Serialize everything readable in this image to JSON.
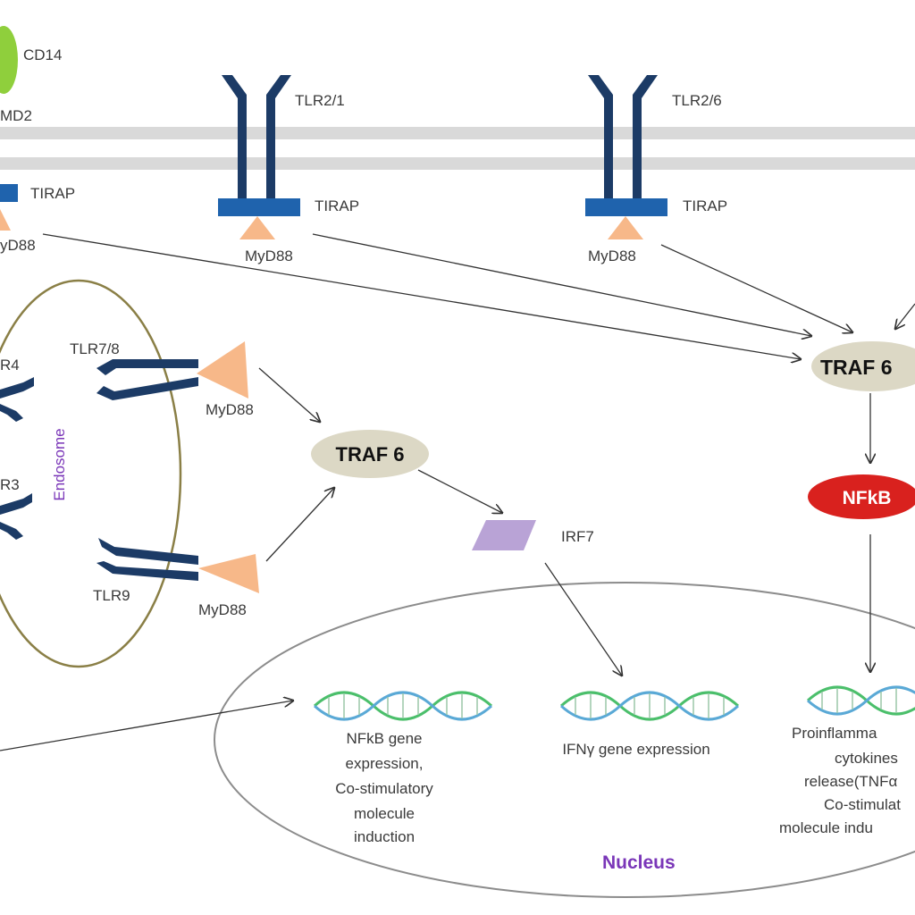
{
  "colors": {
    "receptor": "#1c3b66",
    "tirap": "#1f63ad",
    "myd88": "#f7b889",
    "traf6": "#dcd8c5",
    "nfkb": "#d9211e",
    "irf7": "#b9a3d6",
    "cd14": "#8fcf3c",
    "endosome": "#8a7f46",
    "membrane": "#d9d9d9",
    "label_purple": "#7a36b8"
  },
  "membrane": {
    "cd14": "CD14",
    "md2": "MD2",
    "tirap_left": "TIRAP",
    "myd88_left": "yD88",
    "tlr21": "TLR2/1",
    "tirap_mid": "TIRAP",
    "myd88_mid": "MyD88",
    "tlr26": "TLR2/6",
    "tirap_right": "TIRAP",
    "myd88_right": "MyD88"
  },
  "endosome": {
    "title": "Endosome",
    "tlr4": "R4",
    "tlr3": "R3",
    "tlr78": "TLR7/8",
    "myd88_top": "MyD88",
    "tlr9": "TLR9",
    "myd88_bottom": "MyD88"
  },
  "center": {
    "traf6": "TRAF 6",
    "irf7": "IRF7"
  },
  "right": {
    "traf6": "TRAF 6",
    "nfkb": "NFkB"
  },
  "nucleus": {
    "title": "Nucleus",
    "left_text": [
      "NFkB gene",
      "expression,",
      "Co-stimulatory",
      "molecule",
      "induction"
    ],
    "mid_text": "IFNγ gene expression",
    "right_text": [
      "Proinflamma",
      "cytokines",
      "release(TNFα",
      "Co-stimulat",
      "molecule indu"
    ]
  }
}
